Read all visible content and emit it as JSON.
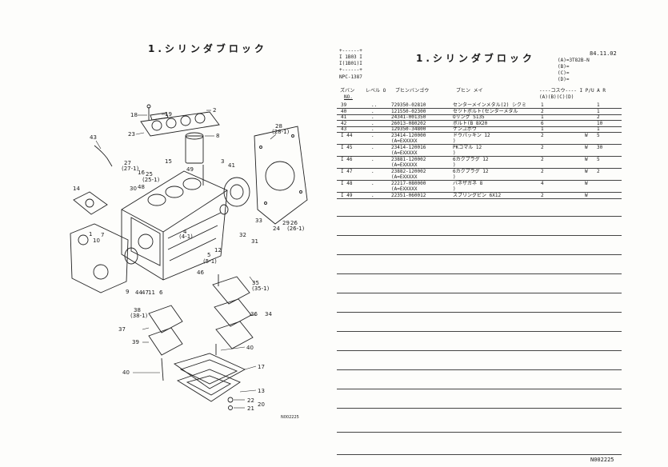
{
  "left_title": "1.シリンダブロック",
  "right_title": "1.シリンダブロック",
  "model_box": {
    "border_top": "+------+",
    "line1": "I 1B03 I",
    "line2": "I(1B01)I",
    "border_bottom": "+------+",
    "npc": "NPC-1387"
  },
  "date": "84.11.02",
  "applicability": [
    "(A)=3T82B-N",
    "(B)=",
    "(C)=",
    "(D)="
  ],
  "table_header": {
    "zu_no": "ズバン",
    "no": "NO.",
    "level": "レベル O",
    "part_no": "ブヒンバンゴウ",
    "name": "ブヒン メイ",
    "qty": "----コスウ---- I P/U A  R",
    "qty_cols": "(A)(B)(C)(D)"
  },
  "table_rows": [
    {
      "id": "39",
      "level": "..",
      "part": "729350-02810",
      "name": "センターメインメタル(2) シクミ",
      "qa": "1",
      "pu": "",
      "r": "1"
    },
    {
      "id": "40",
      "level": ".",
      "part": "121550-02300",
      "name": "セツトボルト(センターメタル",
      "qa": "2",
      "pu": "",
      "r": "1"
    },
    {
      "id": "41",
      "level": ".",
      "part": "24341-001350",
      "name": "Oリング  S135",
      "qa": "1",
      "pu": "",
      "r": "2"
    },
    {
      "id": "42",
      "level": ".",
      "part": "26013-080202",
      "name": "ボルト(B 8X20",
      "qa": "6",
      "pu": "",
      "r": "10"
    },
    {
      "id": "43",
      "level": ".",
      "part": "129350-34800",
      "name": "ケンユボウ",
      "qa": "1",
      "pu": "",
      "r": "1"
    },
    {
      "id": "I 44",
      "level": ".",
      "part": "23414-120000",
      "name": "ドウパッキン 12",
      "qa": "2",
      "pu": "W",
      "r": "5"
    },
    {
      "id": "",
      "level": "",
      "part": "(A=EXXXXX",
      "name": ")",
      "qa": "",
      "pu": "",
      "r": ""
    },
    {
      "id": "I 45",
      "level": ".",
      "part": "23414-120016",
      "name": "PKコマル 12",
      "qa": "2",
      "pu": "W",
      "r": "30"
    },
    {
      "id": "",
      "level": "",
      "part": "(A=EXXXXX",
      "name": ")",
      "qa": "",
      "pu": "",
      "r": ""
    },
    {
      "id": "I 46",
      "level": ".",
      "part": "23881-120002",
      "name": "6カクプラグ 12",
      "qa": "2",
      "pu": "W",
      "r": "5"
    },
    {
      "id": "",
      "level": "",
      "part": "(A=EXXXXX",
      "name": ")",
      "qa": "",
      "pu": "",
      "r": ""
    },
    {
      "id": "I 47",
      "level": ".",
      "part": "23882-120002",
      "name": "6カクプラグ 12",
      "qa": "2",
      "pu": "W",
      "r": "2"
    },
    {
      "id": "",
      "level": "",
      "part": "(A=EXXXXX",
      "name": ")",
      "qa": "",
      "pu": "",
      "r": ""
    },
    {
      "id": "I 48",
      "level": ".",
      "part": "22217-080000",
      "name": "バネザガネ 8",
      "qa": "4",
      "pu": "W",
      "r": ""
    },
    {
      "id": "",
      "level": "",
      "part": "(A=EXXXXX",
      "name": ")",
      "qa": "",
      "pu": "",
      "r": ""
    },
    {
      "id": "I 49",
      "level": ".",
      "part": "22351-060012",
      "name": "スプリングピン 6X12",
      "qa": "2",
      "pu": "W",
      "r": ""
    }
  ],
  "callouts": {
    "c18": "18",
    "c19": "19",
    "c2": "2",
    "c8": "8",
    "c23": "23",
    "c43": "43",
    "c28": "28",
    "c28_1": "(28-1)",
    "c15": "15",
    "c27": "27",
    "c27_1": "(27-1)",
    "c16": "16",
    "c25": "25",
    "c25_1": "(25-1)",
    "c49": "49",
    "c3": "3",
    "c41": "41",
    "c30": "30",
    "c48": "48",
    "c14": "14",
    "c1": "1",
    "c7": "7",
    "c10": "10",
    "c4_1": "(4-1)",
    "c4": "4",
    "c32": "32",
    "c31": "31",
    "c33": "33",
    "c24": "24",
    "c29": "29",
    "c26": "26",
    "c26_1": "(26-1)",
    "c12": "12",
    "c5": "5",
    "c5_1": "(5-1)",
    "c46": "46",
    "c9": "9",
    "c44": "44",
    "c47": "47",
    "c11": "11",
    "c6": "6",
    "c35": "35",
    "c35_1": "(35-1)",
    "c38": "38",
    "c38_1": "(38-1)",
    "c36": "36",
    "c34": "34",
    "c37": "37",
    "c39": "39",
    "c40a": "40",
    "c40b": "40",
    "c17": "17",
    "c13": "13",
    "c22": "22",
    "c20": "20",
    "c21": "21"
  },
  "drawing_code": "N002225",
  "footer_code": "N002225"
}
